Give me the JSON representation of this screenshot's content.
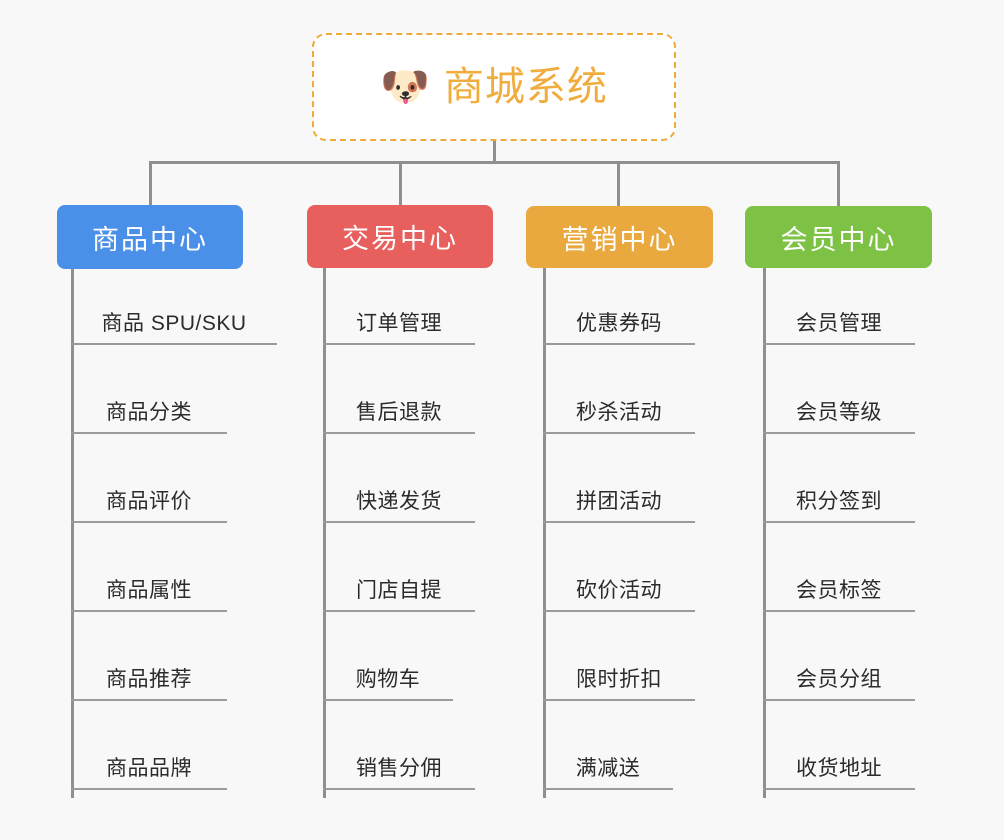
{
  "diagram": {
    "title": "商城系统",
    "root": {
      "label": "商城系统",
      "icon": "dog-face-emoji",
      "icon_glyph": "🐶",
      "text_color": "#f0ad3e",
      "border_color": "#efaa3a",
      "background": "#ffffff"
    },
    "background_color": "#f8f8f8",
    "connector_color": "#8f8f8f",
    "leaf_text_color": "#2b2b2b",
    "leaf_rule_color": "#9b9b9b",
    "columns": [
      {
        "label": "商品中心",
        "color": "#4a90e8",
        "items": [
          "商品 SPU/SKU",
          "商品分类",
          "商品评价",
          "商品属性",
          "商品推荐",
          "商品品牌"
        ]
      },
      {
        "label": "交易中心",
        "color": "#e8605d",
        "items": [
          "订单管理",
          "售后退款",
          "快递发货",
          "门店自提",
          "购物车",
          "销售分佣"
        ]
      },
      {
        "label": "营销中心",
        "color": "#eaa93f",
        "items": [
          "优惠券码",
          "秒杀活动",
          "拼团活动",
          "砍价活动",
          "限时折扣",
          "满减送"
        ]
      },
      {
        "label": "会员中心",
        "color": "#7dc244",
        "items": [
          "会员管理",
          "会员等级",
          "积分签到",
          "会员标签",
          "会员分组",
          "收货地址"
        ]
      }
    ]
  }
}
